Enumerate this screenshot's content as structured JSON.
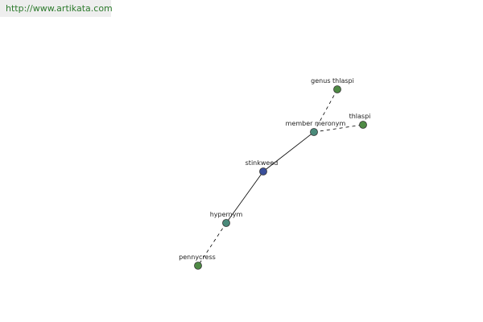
{
  "site": {
    "url": "http://www.artikata.com"
  },
  "graph": {
    "nodes": [
      {
        "id": "stinkweed",
        "label": "stinkweed",
        "role": "center",
        "color": "#3a4f9a"
      },
      {
        "id": "member-meronym",
        "label": "member meronym",
        "role": "relation",
        "color": "#4a8a7a"
      },
      {
        "id": "hypernym",
        "label": "hypernym",
        "role": "relation",
        "color": "#4a8a7a"
      },
      {
        "id": "genus-thlaspi",
        "label": "genus thlaspi",
        "role": "term",
        "color": "#4e8a44"
      },
      {
        "id": "thlaspi",
        "label": "thlaspi",
        "role": "term",
        "color": "#4e8a44"
      },
      {
        "id": "pennycress",
        "label": "pennycress",
        "role": "term",
        "color": "#4e8a44"
      }
    ],
    "edges": [
      {
        "from": "stinkweed",
        "to": "member-meronym",
        "style": "solid"
      },
      {
        "from": "stinkweed",
        "to": "hypernym",
        "style": "solid"
      },
      {
        "from": "member-meronym",
        "to": "genus-thlaspi",
        "style": "dashed"
      },
      {
        "from": "member-meronym",
        "to": "thlaspi",
        "style": "dashed"
      },
      {
        "from": "hypernym",
        "to": "pennycress",
        "style": "dashed"
      }
    ]
  }
}
